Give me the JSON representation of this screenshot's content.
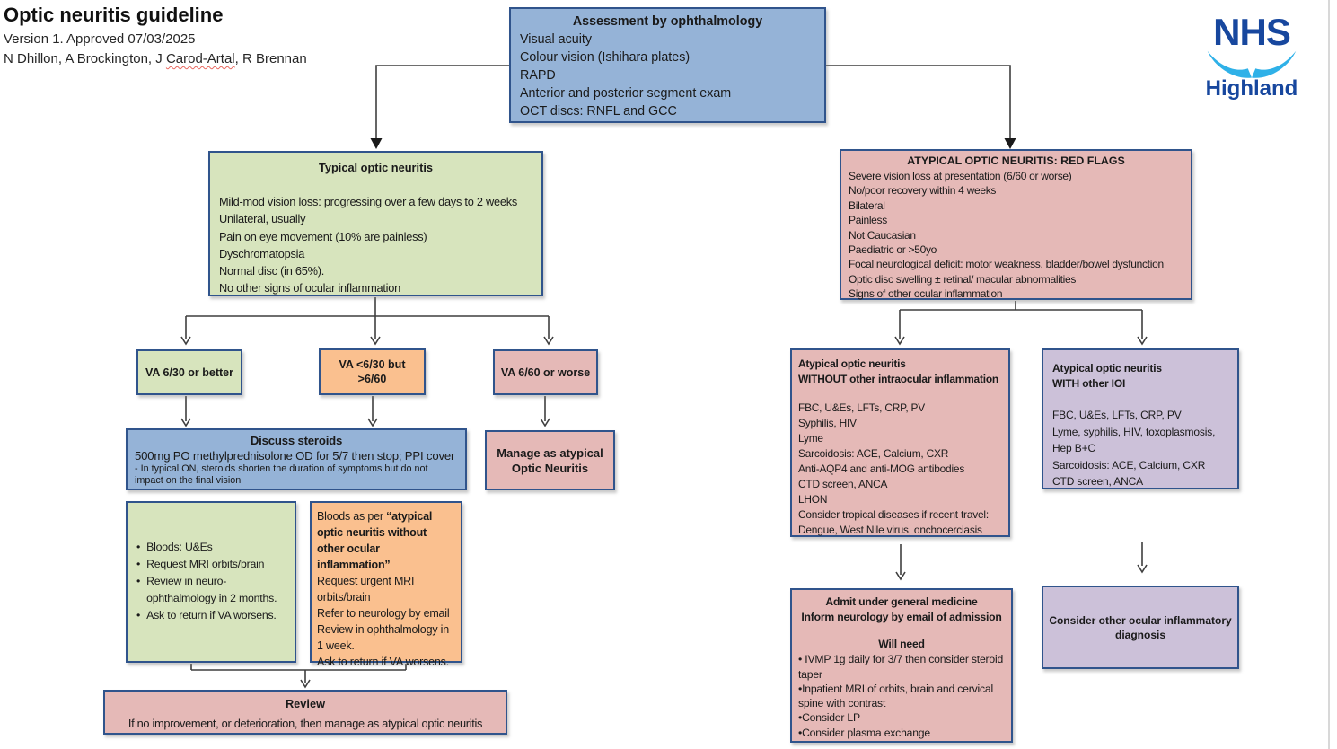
{
  "header": {
    "title": "Optic neuritis guideline",
    "version_line": "Version 1. Approved 07/03/2025",
    "authors_prefix": "N Dhillon, A Brockington, J ",
    "authors_misspelled": "Carod-Artal",
    "authors_suffix": ", R Brennan"
  },
  "logo": {
    "org": "NHS",
    "region": "Highland"
  },
  "colors": {
    "box_border": "#30548C",
    "blue_fill": "#95B3D7",
    "green_fill": "#D7E4BD",
    "pink_fill": "#E5B9B7",
    "orange_fill": "#FAC08F",
    "purple_fill": "#CCC1D9",
    "nhs_blue": "#17479E",
    "nhs_light_blue": "#2FB1E8",
    "connector": "#3F3F3F",
    "spellcheck_red": "#E8675F"
  },
  "boxes": {
    "assessment": {
      "title": "Assessment by ophthalmology",
      "items": [
        "Visual acuity",
        "Colour vision (Ishihara plates)",
        "RAPD",
        "Anterior and posterior segment exam",
        "OCT discs: RNFL and GCC"
      ]
    },
    "typical": {
      "title": "Typical optic neuritis",
      "items": [
        "Mild-mod vision loss: progressing over a few days to 2 weeks",
        "Unilateral, usually",
        "Pain on eye movement (10% are painless)",
        "Dyschromatopsia",
        "Normal disc (in 65%).",
        "No other signs of ocular inflammation"
      ]
    },
    "red_flags": {
      "title": "ATYPICAL OPTIC NEURITIS: RED FLAGS",
      "items": [
        "Severe vision loss at presentation (6/60 or worse)",
        "No/poor recovery within 4 weeks",
        "Bilateral",
        "Painless",
        "Not Caucasian",
        "Paediatric or >50yo",
        "Focal neurological deficit: motor weakness, bladder/bowel dysfunction",
        "Optic disc swelling ± retinal/ macular abnormalities",
        "Signs of other ocular inflammation"
      ]
    },
    "va_better": {
      "label": "VA 6/30 or better"
    },
    "va_mid": {
      "lines": [
        "VA <6/30 but",
        ">6/60"
      ]
    },
    "va_worse": {
      "label": "VA 6/60 or worse"
    },
    "steroids": {
      "title": "Discuss steroids",
      "line": "500mg PO methylprednisolone OD for 5/7 then stop; PPI cover",
      "note": "- In typical ON, steroids shorten the duration of symptoms but do not impact on the final vision"
    },
    "manage_atypical": {
      "lines": [
        "Manage as atypical",
        "Optic Neuritis"
      ]
    },
    "green_followup": {
      "bullets": [
        "Bloods: U&Es",
        "Request MRI orbits/brain",
        "Review in neuro-ophthalmology in 2 months.",
        "Ask to return if VA worsens."
      ]
    },
    "orange_followup": {
      "lead": "Bloods as per ",
      "bold": "“atypical optic neuritis without other ocular inflammation”",
      "lines": [
        "Request urgent MRI orbits/brain",
        "Refer to neurology by email",
        "Review in ophthalmology in 1 week.",
        "Ask to return if VA worsens."
      ]
    },
    "review": {
      "title": "Review",
      "line": "If no improvement, or deterioration, then manage as atypical optic neuritis"
    },
    "atypical_without": {
      "title_line1": "Atypical optic neuritis",
      "title_line2": "WITHOUT other intraocular inflammation",
      "items": [
        "FBC, U&Es, LFTs, CRP, PV",
        "Syphilis, HIV",
        "Lyme",
        "Sarcoidosis: ACE, Calcium, CXR",
        "Anti-AQP4 and anti-MOG antibodies",
        "CTD screen, ANCA",
        "LHON",
        "Consider tropical diseases if recent travel:",
        "Dengue, West Nile virus, onchocerciasis"
      ]
    },
    "atypical_with": {
      "title_line1": "Atypical optic neuritis",
      "title_line2": "WITH other IOI",
      "items": [
        "FBC, U&Es, LFTs, CRP, PV",
        "Lyme, syphilis, HIV, toxoplasmosis, Hep B+C",
        "Sarcoidosis: ACE, Calcium, CXR",
        "CTD screen, ANCA"
      ]
    },
    "admit": {
      "title_line1": "Admit under general medicine",
      "title_line2": "Inform neurology by email of admission",
      "subtitle": "Will need",
      "items": [
        "• IVMP 1g daily for 3/7 then consider steroid taper",
        "•Inpatient MRI of orbits, brain and cervical spine with contrast",
        "•Consider LP",
        "•Consider plasma exchange"
      ]
    },
    "consider_other": {
      "line": "Consider other ocular inflammatory diagnosis"
    }
  }
}
